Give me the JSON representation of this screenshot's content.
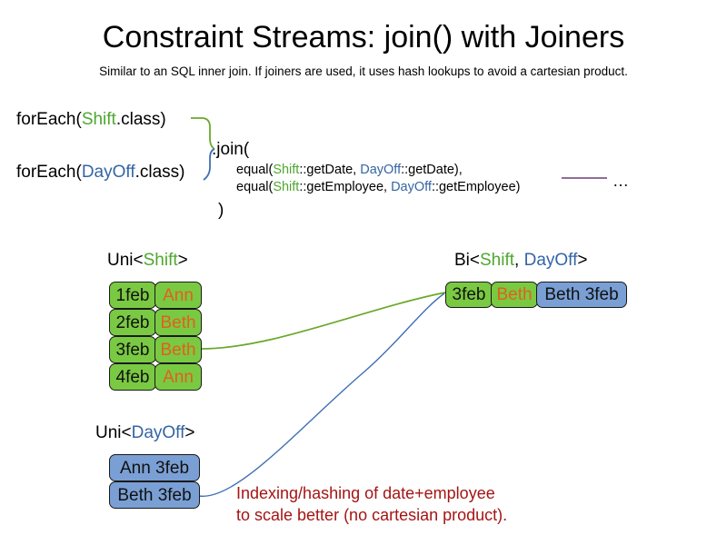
{
  "slide": {
    "title": "Constraint Streams: join() with Joiners",
    "subtitle": "Similar to an SQL inner join. If joiners are used, it uses hash lookups to avoid a cartesian product."
  },
  "code": {
    "foreach_shift": {
      "prefix": "forEach(",
      "type": "Shift",
      "suffix": ".class)"
    },
    "foreach_dayoff": {
      "prefix": "forEach(",
      "type": "DayOff",
      "suffix": ".class)"
    },
    "join_open": ".join(",
    "join_close": ")",
    "args": [
      {
        "prefix": "equal(",
        "left_type": "Shift",
        "left_method": "::getDate, ",
        "right_type": "DayOff",
        "right_method": "::getDate),"
      },
      {
        "prefix": "equal(",
        "left_type": "Shift",
        "left_method": "::getEmployee, ",
        "right_type": "DayOff",
        "right_method": "::getEmployee)"
      }
    ],
    "ellipsis": "…"
  },
  "streams": {
    "uni_shift": {
      "label_prefix": "Uni<",
      "label_type": "Shift",
      "label_suffix": ">",
      "rows": [
        {
          "date": "1feb",
          "employee": "Ann"
        },
        {
          "date": "2feb",
          "employee": "Beth"
        },
        {
          "date": "3feb",
          "employee": "Beth"
        },
        {
          "date": "4feb",
          "employee": "Ann"
        }
      ]
    },
    "uni_dayoff": {
      "label_prefix": "Uni<",
      "label_type": "DayOff",
      "label_suffix": ">",
      "rows": [
        {
          "text": "Ann 3feb"
        },
        {
          "text": "Beth 3feb"
        }
      ]
    },
    "bi": {
      "label_prefix": "Bi<",
      "label_type_a": "Shift",
      "label_separator": ", ",
      "label_type_b": "DayOff",
      "label_suffix": ">",
      "tuple": {
        "date": "3feb",
        "employee": "Beth",
        "dayoff": "Beth 3feb"
      }
    }
  },
  "caption": "Indexing/hashing of date+employee\nto scale better (no cartesian product).",
  "colors": {
    "shift_green": "#4ea72e",
    "dayoff_blue": "#3465a4",
    "fact_green_fill": "#7ac943",
    "fact_blue_fill": "#7a9fd4",
    "employee_orange": "#e2601a",
    "caption_red": "#a61414",
    "wire_green": "#6aa82b",
    "wire_blue": "#3f6fb5",
    "wire_purple": "#6b3f74"
  }
}
